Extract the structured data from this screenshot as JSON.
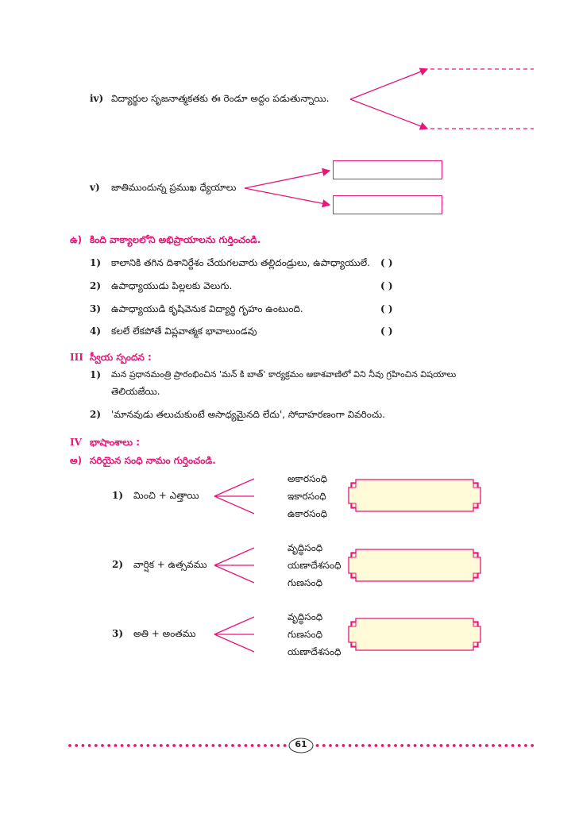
{
  "q_iv": {
    "num": "iv)",
    "text": "విద్యార్థుల సృజనాత్మకతకు ఈ రెండూ అద్దం పడుతున్నాయి."
  },
  "q_v": {
    "num": "v)",
    "text": "జాతిముందున్న ప్రముఖ ధ్యేయాలు"
  },
  "section_u": {
    "marker": "ఉ)",
    "heading": "కింది వాక్యాలలోని అభిప్రాయాలను గుర్తించండి.",
    "items": [
      {
        "num": "1)",
        "text": "కాలానికి తగిన దిశానిర్దేశం చేయగలవారు తల్లిదండ్రులు, ఉపాధ్యాయులే.",
        "paren": "(          )"
      },
      {
        "num": "2)",
        "text": "ఉపాధ్యాయుడు పిల్లలకు వెలుగు.",
        "paren": "(          )"
      },
      {
        "num": "3)",
        "text": "ఉపాధ్యాయుడి కృషివెనుక విద్యార్థి గృహం ఉంటుంది.",
        "paren": "(          )"
      },
      {
        "num": "4)",
        "text": "కలలే లేకపోతే విప్లవాత్మక భావాలుండవు",
        "paren": "(          )"
      }
    ]
  },
  "section_iii": {
    "marker": "III",
    "heading": "స్వీయ స్పందన :",
    "items": [
      {
        "num": "1)",
        "line1": "మన ప్రధానమంత్రి ప్రారంభించిన 'మన్ కి బాత్' కార్యక్రమం ఆకాశవాణిలో విని నీవు గ్రహించిన విషయాలు",
        "line2": "తెలియజేయి."
      },
      {
        "num": "2)",
        "line1": "'మానవుడు తలుచుకుంటే అసాధ్యమైనది లేదు', సోదాహరణంగా వివరించు."
      }
    ]
  },
  "section_iv": {
    "marker": "IV",
    "heading": "భాషాంశాలు :",
    "sub_marker": "అ)",
    "sub_heading": "సరియైన సంధి నామం గుర్తించండి.",
    "items": [
      {
        "num": "1)",
        "word": "మించి + ఎత్తాయి",
        "options": [
          "అకారసంధి",
          "ఇకారసంధి",
          "ఉకారసంధి"
        ]
      },
      {
        "num": "2)",
        "word": "వార్షిక + ఉత్సవము",
        "options": [
          "వృద్ధిసంధి",
          "యణాదేశసంధి",
          "గుణసంధి"
        ]
      },
      {
        "num": "3)",
        "word": "అతి + అంతము",
        "options": [
          "వృద్ధిసంధి",
          "గుణసంధి",
          "యణాదేశసంధి"
        ]
      }
    ]
  },
  "footer": {
    "page_number": "61"
  },
  "colors": {
    "accent": "#e8157a",
    "box_fill": "#fffbd8"
  }
}
